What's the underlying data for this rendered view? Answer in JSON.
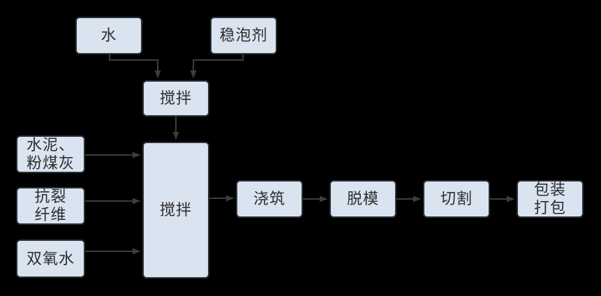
{
  "colors": {
    "background": "#000000",
    "node_fill": "#dae3f0",
    "node_border": "#2b3139",
    "connector": "#3d3d3d",
    "text": "#2e2e2e"
  },
  "nodes": {
    "water": {
      "label": "水"
    },
    "foam_stabilizer": {
      "label": "稳泡剂"
    },
    "mix_top": {
      "label": "搅拌"
    },
    "cement_fly_ash": {
      "label": "水泥、\n粉煤灰"
    },
    "anti_crack_fiber": {
      "label": "抗裂\n纤维"
    },
    "hydrogen_peroxide": {
      "label": "双氧水"
    },
    "mix_main": {
      "label": "搅拌"
    },
    "pouring": {
      "label": "浇筑"
    },
    "demolding": {
      "label": "脱模"
    },
    "cutting": {
      "label": "切割"
    },
    "packing": {
      "label": "包装\n打包"
    }
  },
  "edges": [
    {
      "from": "water",
      "to": "mix_top"
    },
    {
      "from": "foam_stabilizer",
      "to": "mix_top"
    },
    {
      "from": "mix_top",
      "to": "mix_main"
    },
    {
      "from": "cement_fly_ash",
      "to": "mix_main"
    },
    {
      "from": "anti_crack_fiber",
      "to": "mix_main"
    },
    {
      "from": "hydrogen_peroxide",
      "to": "mix_main"
    },
    {
      "from": "mix_main",
      "to": "pouring"
    },
    {
      "from": "pouring",
      "to": "demolding"
    },
    {
      "from": "demolding",
      "to": "cutting"
    },
    {
      "from": "cutting",
      "to": "packing"
    }
  ]
}
